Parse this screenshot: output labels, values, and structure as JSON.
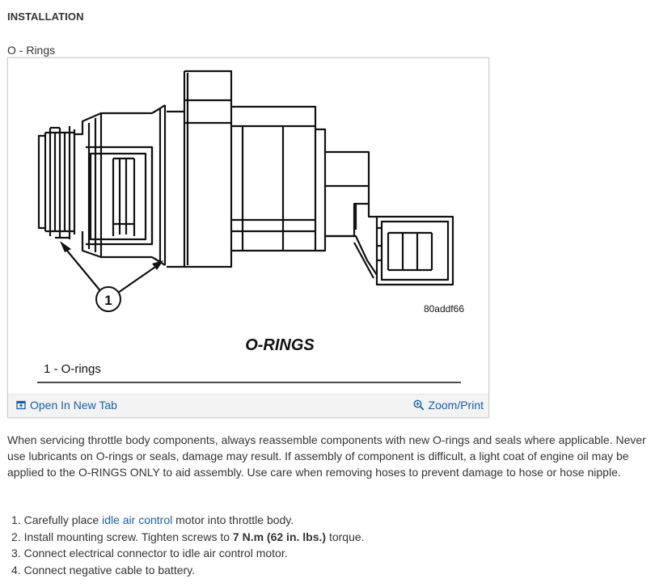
{
  "section": {
    "title": "INSTALLATION"
  },
  "figure": {
    "caption": "O - Rings",
    "callout_number": "1",
    "image_code": "80addf66",
    "diagram_title": "O-RINGS",
    "legend": "1 - O-rings",
    "open_new_tab_label": "Open In New Tab",
    "zoom_print_label": "Zoom/Print",
    "icons": {
      "open_tab": "open-in-new-tab-icon",
      "zoom": "zoom-icon"
    }
  },
  "paragraph": "When servicing throttle body components, always reassemble components with new O-rings and seals where applicable. Never use lubricants on O-rings or seals, damage may result. If assembly of component is difficult, a light coat of engine oil may be applied to the O-RINGS ONLY to aid assembly. Use care when removing hoses to prevent damage to hose or hose nipple.",
  "steps": [
    {
      "num": "1.",
      "pre": "Carefully place ",
      "link": "idle air control",
      "post": " motor into throttle body."
    },
    {
      "num": "2.",
      "pre": "Install mounting screw. Tighten screws to ",
      "bold": "7 N.m (62 in. lbs.)",
      "post": " torque."
    },
    {
      "num": "3.",
      "text": "Connect electrical connector to idle air control motor."
    },
    {
      "num": "4.",
      "text": "Connect negative cable to battery."
    }
  ],
  "colors": {
    "link": "#1a5ea8",
    "text": "#333333",
    "toolbar_bg": "#f3f3f3"
  }
}
